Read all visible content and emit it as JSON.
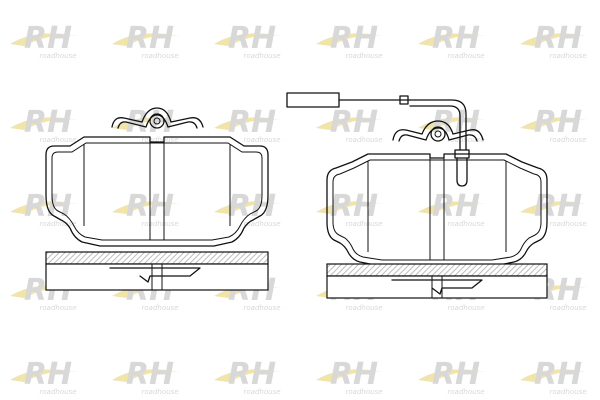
{
  "watermark": {
    "logo_text": "RH",
    "brand_text": "roadhouse",
    "logo_color": "#d8d8d8",
    "accent_color": "#f1e4a8"
  },
  "diagram": {
    "colors": {
      "outline": "#111111",
      "friction_fill": "#ffffff",
      "backplate_hatch": "#bdbdbd"
    },
    "parts": [
      {
        "name": "left-brake-pad",
        "has_wear_sensor": false,
        "has_spring_clip": true
      },
      {
        "name": "right-brake-pad",
        "has_wear_sensor": true,
        "has_spring_clip": true
      }
    ]
  }
}
